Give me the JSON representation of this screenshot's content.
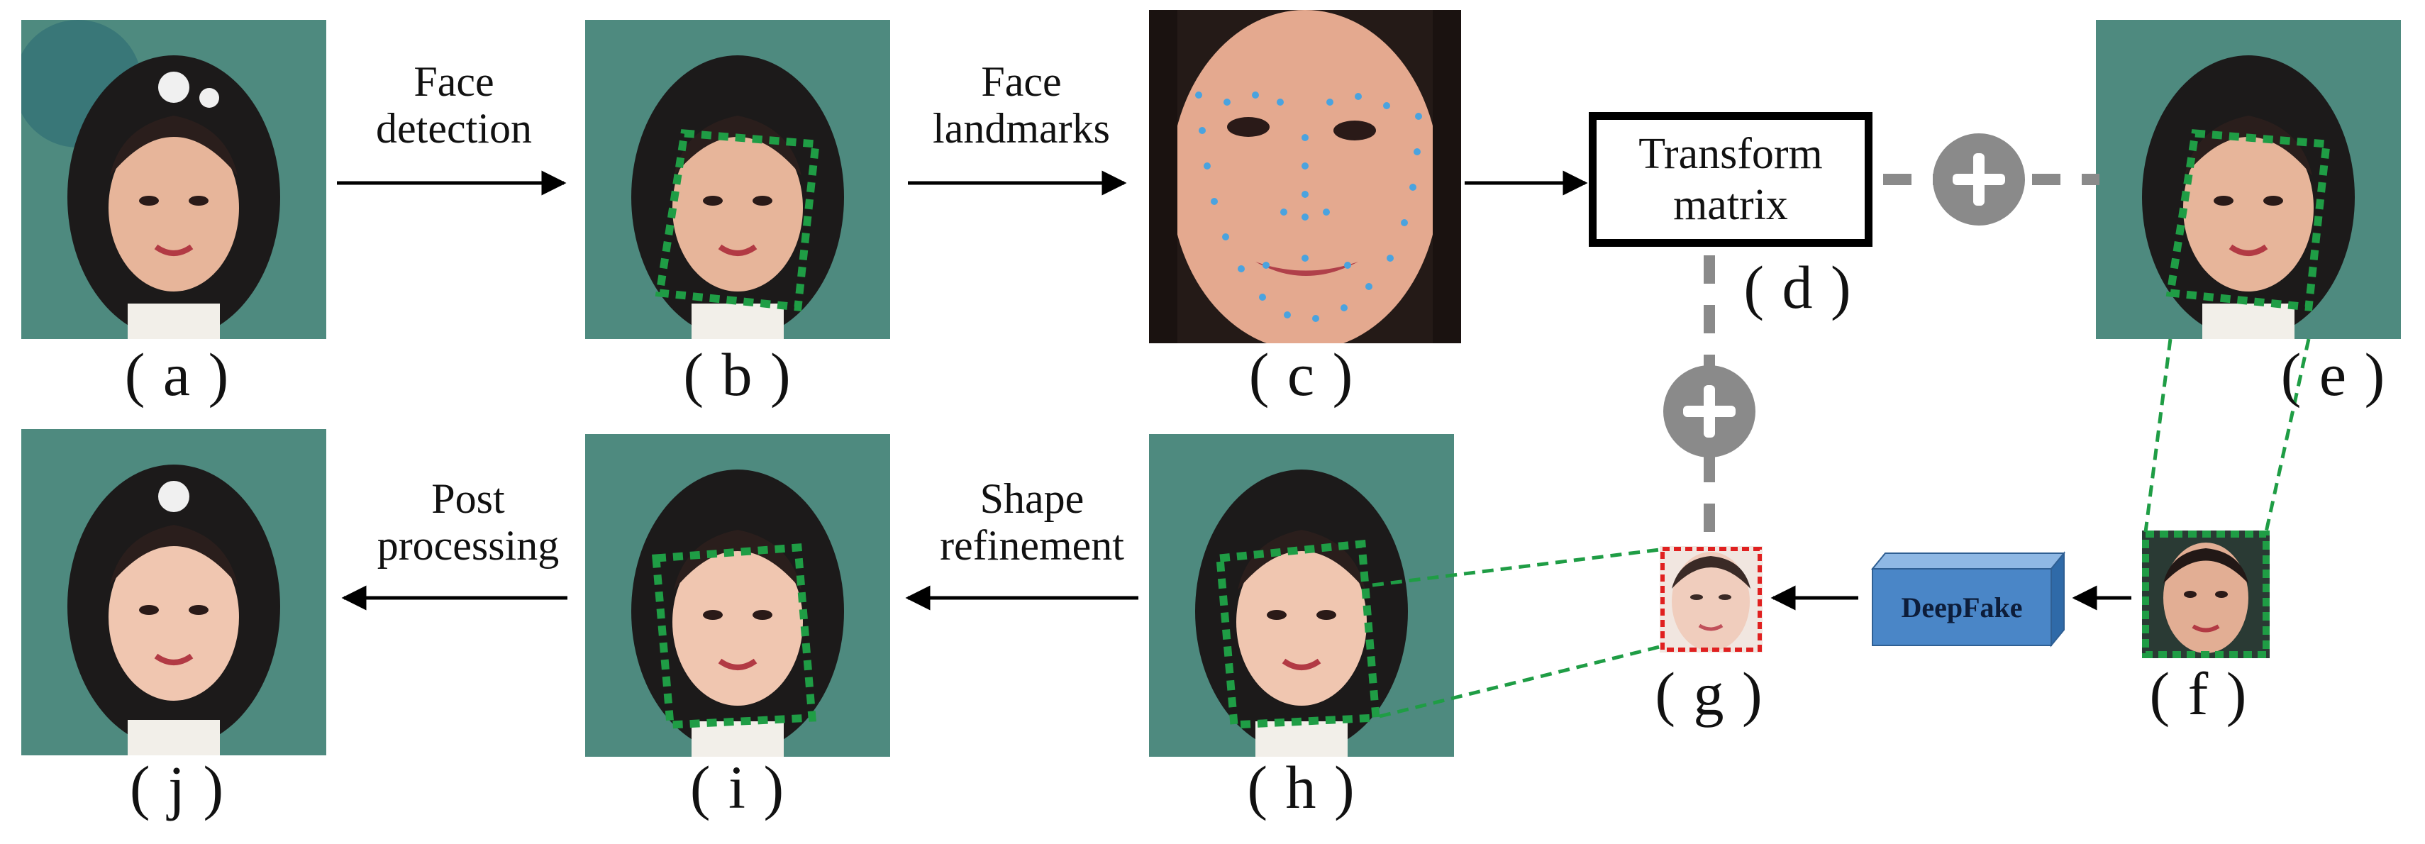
{
  "panels": {
    "a": "( a )",
    "b": "( b )",
    "c": "( c )",
    "d": "( d )",
    "e": "( e )",
    "f": "( f )",
    "g": "( g )",
    "h": "( h )",
    "i": "( i )",
    "j": "( j )"
  },
  "steps": {
    "face_detection": [
      "Face",
      "detection"
    ],
    "face_landmarks": [
      "Face",
      "landmarks"
    ],
    "post_processing": [
      "Post",
      "processing"
    ],
    "shape_refinement": [
      "Shape",
      "refinement"
    ]
  },
  "transform_box": [
    "Transform",
    "matrix"
  ],
  "deepfake_label": "DeepFake",
  "colors": {
    "green_box": "#1f9d45",
    "plus_gray": "#8a8a8a",
    "dash_gray": "#8a8a8a",
    "deepfake_blue": "#4a86c7",
    "swap_border": "#e02020"
  }
}
